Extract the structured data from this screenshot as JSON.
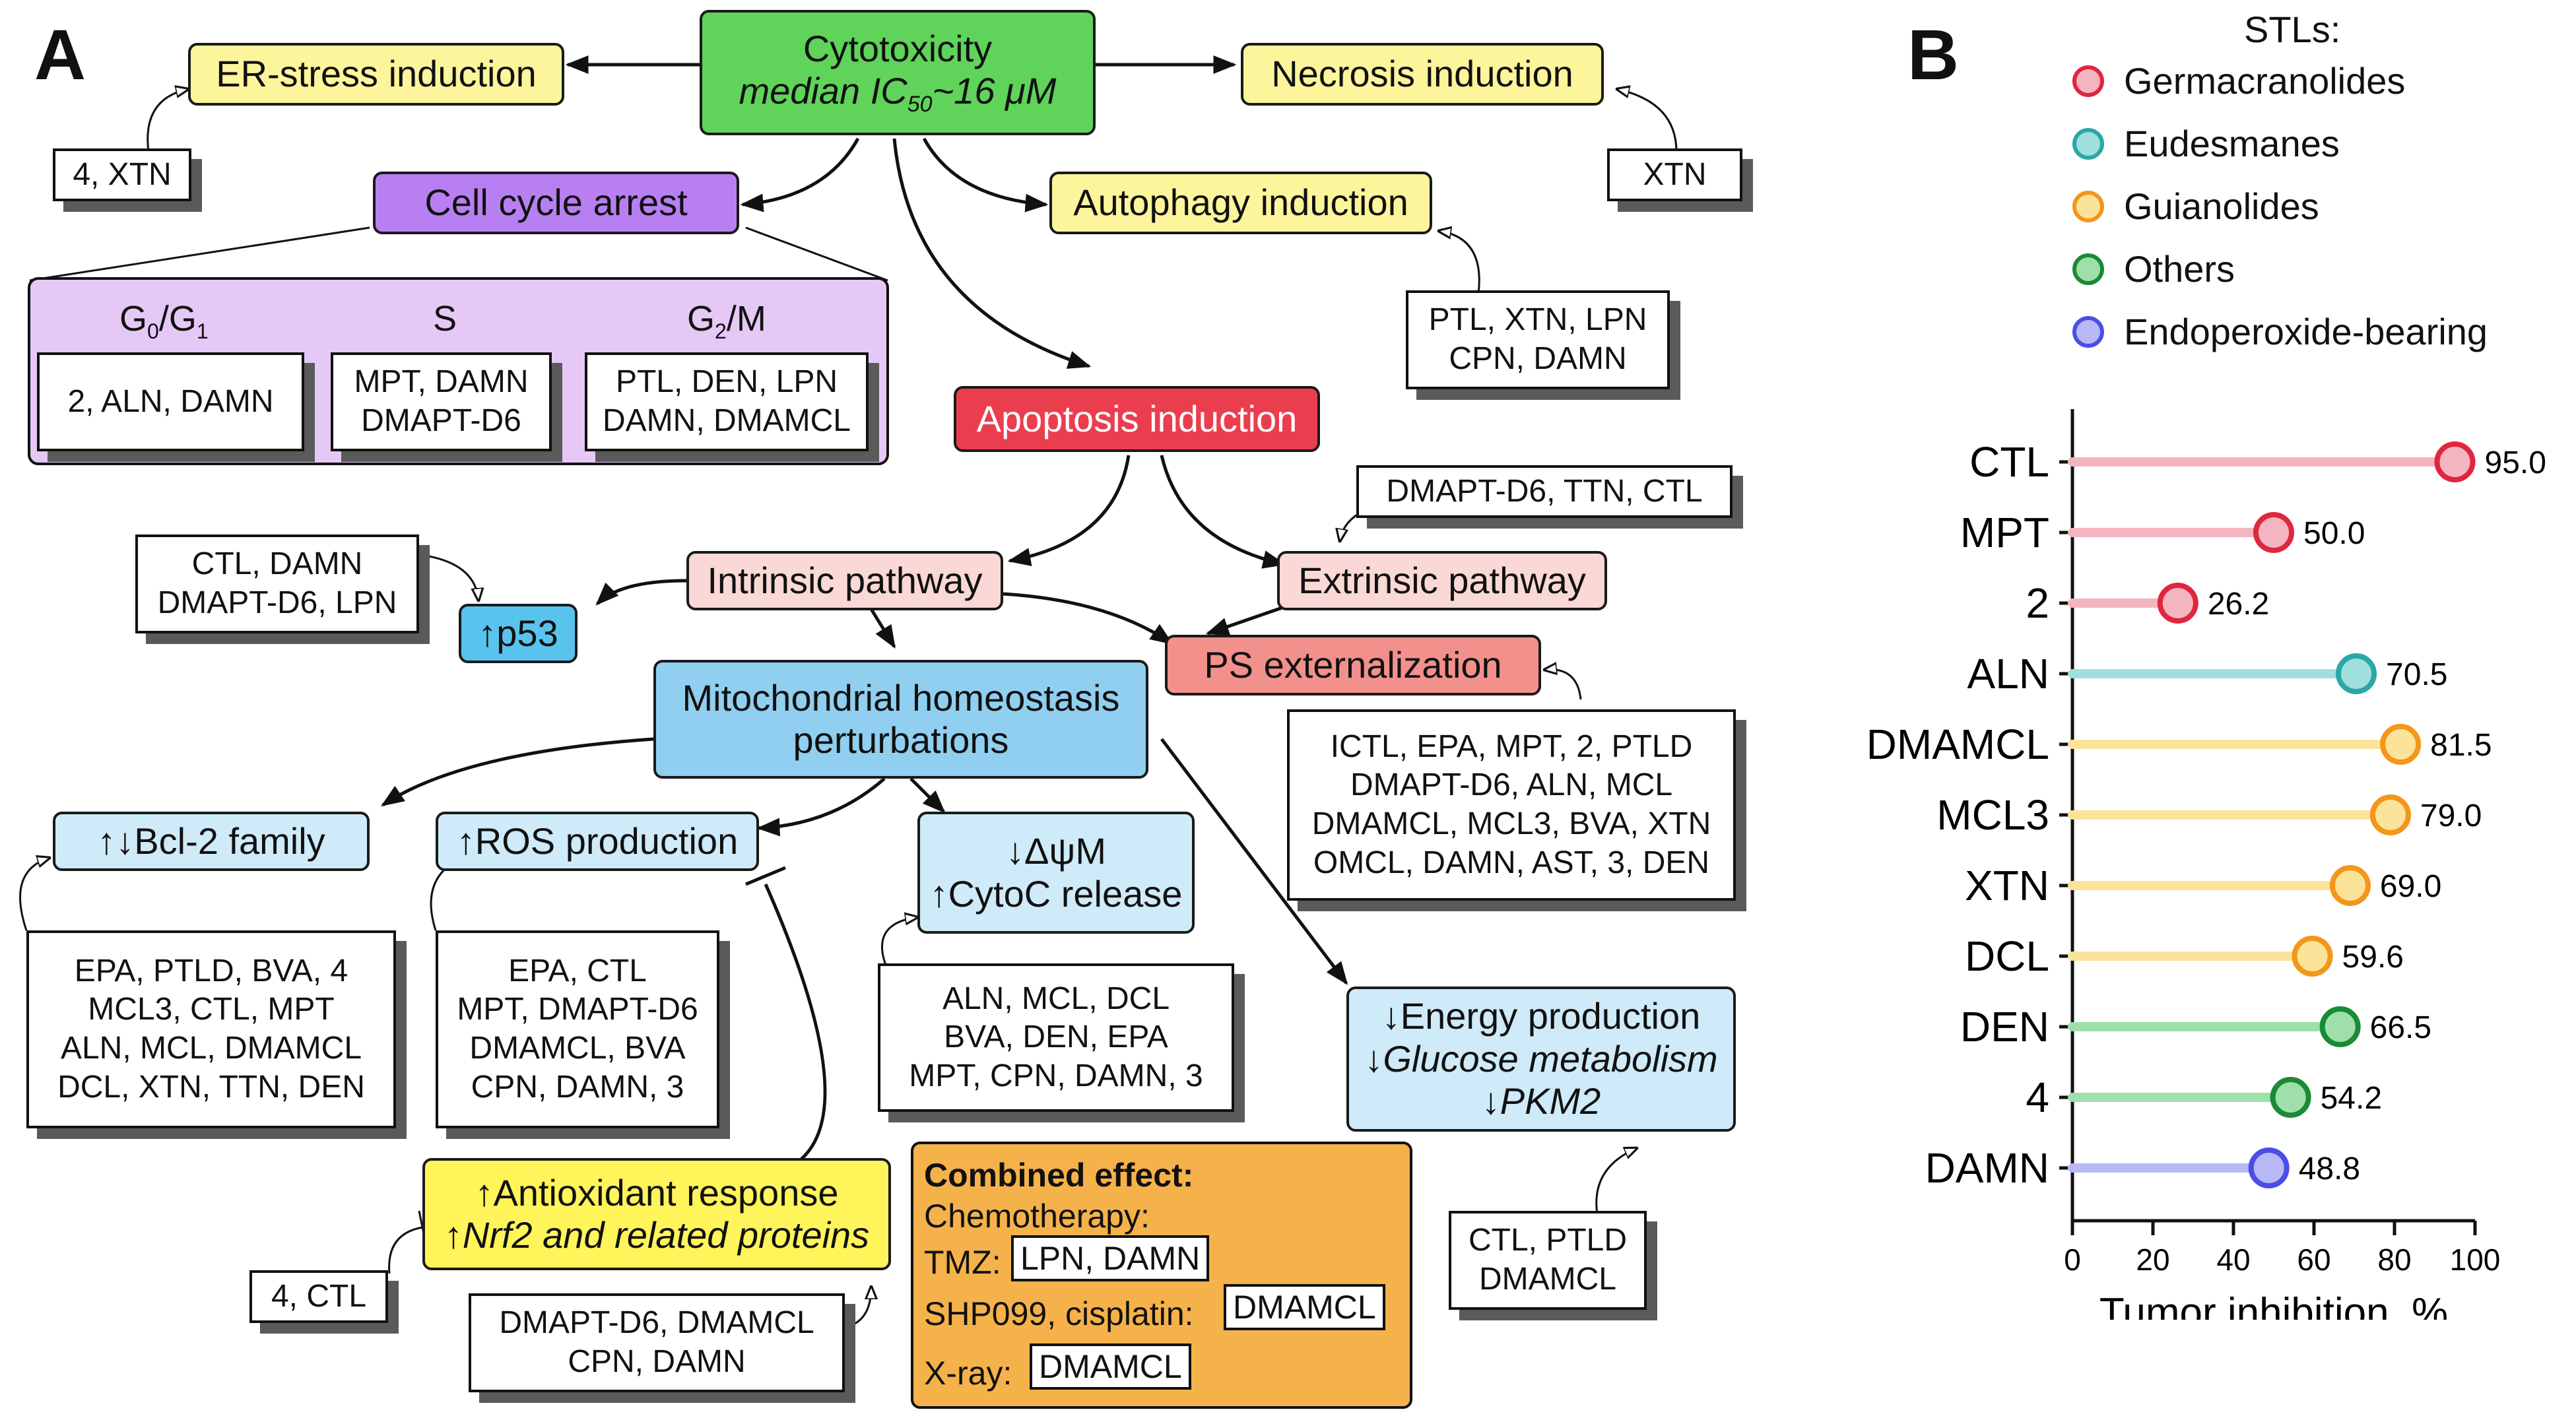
{
  "panel_a": {
    "label": "A",
    "cytotoxicity": {
      "title": "Cytotoxicity",
      "subtitle_pre": "median IC",
      "subtitle_sub": "50",
      "subtitle_post": "~16 μM"
    },
    "er_stress": "ER-stress induction",
    "er_stress_note": "4, XTN",
    "necrosis": "Necrosis induction",
    "necrosis_note": "XTN",
    "cell_cycle": "Cell cycle arrest",
    "phases": [
      {
        "name": "G",
        "sub": "0",
        "mid": "/G",
        "sub2": "1",
        "compounds": "2, ALN, DAMN"
      },
      {
        "name": "S",
        "sub": "",
        "mid": "",
        "sub2": "",
        "compounds": "MPT, DAMN\nDMAPT-D6"
      },
      {
        "name": "G",
        "sub": "2",
        "mid": "/M",
        "sub2": "",
        "compounds": "PTL, DEN, LPN\nDAMN, DMAMCL"
      }
    ],
    "autophagy": "Autophagy induction",
    "autophagy_note": "PTL, XTN, LPN\nCPN, DAMN",
    "apoptosis": "Apoptosis induction",
    "extrinsic_note": "DMAPT-D6, TTN, CTL",
    "intrinsic": "Intrinsic pathway",
    "extrinsic": "Extrinsic pathway",
    "p53_note": "CTL, DAMN\nDMAPT-D6, LPN",
    "p53": "↑p53",
    "ps_ext": "PS externalization",
    "ps_note": "ICTL, EPA, MPT, 2, PTLD\nDMAPT-D6, ALN, MCL\nDMAMCL, MCL3, BVA, XTN\nOMCL, DAMN, AST, 3, DEN",
    "mito": "Mitochondrial homeostasis\nperturbations",
    "bcl2": "↑↓Bcl-2 family",
    "ros": "↑ROS production",
    "dpsi": "↓ΔψM\n↑CytoC release",
    "bcl2_note": "EPA, PTLD, BVA, 4\nMCL3, CTL, MPT\nALN, MCL, DMAMCL\nDCL, XTN, TTN, DEN",
    "ros_note": "EPA, CTL\nMPT, DMAPT-D6\nDMAMCL, BVA\nCPN, DAMN, 3",
    "dpsi_note": "ALN, MCL, DCL\nBVA, DEN, EPA\nMPT, CPN, DAMN, 3",
    "energy_line1": "↓Energy production",
    "energy_line2": "↓Glucose metabolism",
    "energy_line3": "↓PKM2",
    "energy_note": "CTL, PTLD\nDMAMCL",
    "antiox_line1": "↑Antioxidant response",
    "antiox_line2": "↑Nrf2 and related proteins",
    "antiox_note": "4, CTL",
    "antiox_note2": "DMAPT-D6, DMAMCL\nCPN, DAMN",
    "combined": {
      "title": "Combined effect:",
      "chemo": "Chemotherapy:",
      "tmz": "TMZ:",
      "tmz_box": "LPN, DAMN",
      "shp": "SHP099, cisplatin:",
      "shp_box": "DMAMCL",
      "xray": "X-ray:",
      "xray_box": "DMAMCL"
    }
  },
  "panel_b": {
    "label": "B",
    "legend_title": "STLs:",
    "legend": [
      {
        "name": "Germacranolides",
        "color": "#e0263f",
        "fill": "#f3b6c0"
      },
      {
        "name": "Eudesmanes",
        "color": "#2aa7a6",
        "fill": "#9fdfdd"
      },
      {
        "name": "Guianolides",
        "color": "#f3961a",
        "fill": "#fbe39a"
      },
      {
        "name": "Others",
        "color": "#1a8a35",
        "fill": "#9fdfa9"
      },
      {
        "name": "Endoperoxide-bearing",
        "color": "#4a4de6",
        "fill": "#b7b8f5"
      }
    ]
  },
  "chart_data": {
    "type": "lollipop",
    "categories": [
      "CTL",
      "MPT",
      "2",
      "ALN",
      "DMAMCL",
      "MCL3",
      "XTN",
      "DCL",
      "DEN",
      "4",
      "DAMN"
    ],
    "values": [
      95.0,
      50.0,
      26.2,
      70.5,
      81.5,
      79.0,
      69.0,
      59.6,
      66.5,
      54.2,
      48.8
    ],
    "value_labels": [
      "95.0",
      "50.0",
      "26.2",
      "70.5",
      "81.5",
      "79.0",
      "69.0",
      "59.6",
      "66.5",
      "54.2",
      "48.8"
    ],
    "groups": [
      "Germacranolides",
      "Germacranolides",
      "Germacranolides",
      "Eudesmanes",
      "Guianolides",
      "Guianolides",
      "Guianolides",
      "Guianolides",
      "Others",
      "Others",
      "Endoperoxide-bearing"
    ],
    "xlabel": "Tumor inhibition, %",
    "xlim": [
      0,
      100
    ],
    "xticks": [
      "0",
      "20",
      "40",
      "60",
      "80",
      "100"
    ]
  }
}
